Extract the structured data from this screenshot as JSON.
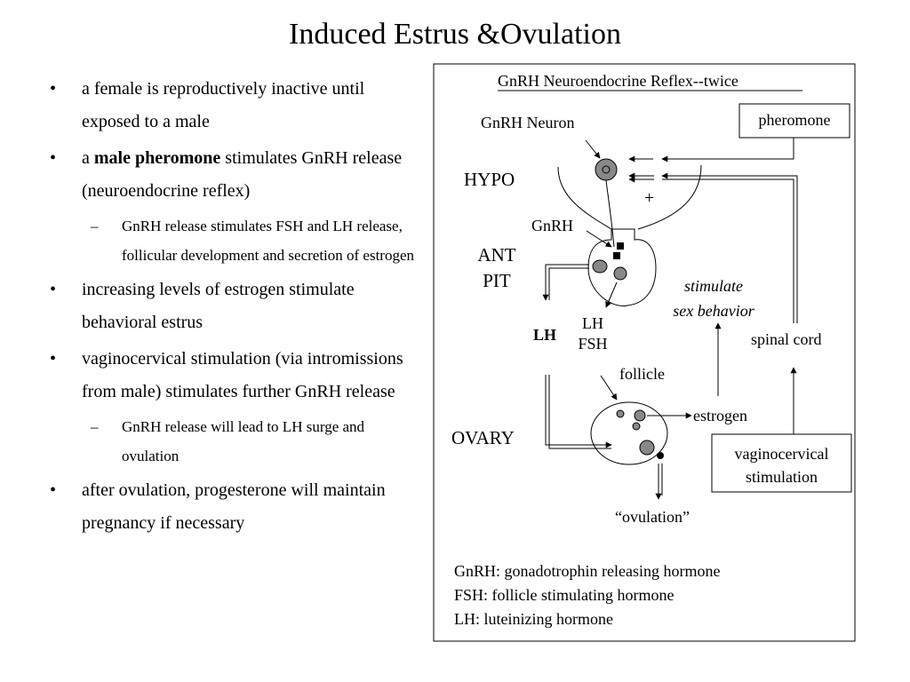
{
  "title": "Induced Estrus &Ovulation",
  "bullets": {
    "b1": "a female is reproductively inactive until exposed to a male",
    "b2_pre": "a ",
    "b2_bold": "male pheromone",
    "b2_post": " stimulates GnRH release (neuroendocrine reflex)",
    "b2_sub": "GnRH release stimulates  FSH and LH release, follicular development and secretion of estrogen",
    "b3": "increasing levels of estrogen stimulate behavioral estrus",
    "b4": "vaginocervical stimulation (via intromissions from male) stimulates further GnRH release",
    "b4_sub": "GnRH release will lead to LH surge and ovulation",
    "b5": "after ovulation, progesterone will maintain pregnancy if necessary"
  },
  "diagram": {
    "heading": "GnRH Neuroendocrine Reflex--twice",
    "gnrh_neuron": "GnRH Neuron",
    "pheromone": "pheromone",
    "hypo": "HYPO",
    "plus": "+",
    "gnrh": "GnRH",
    "ant": "ANT",
    "pit": "PIT",
    "stimulate": "stimulate",
    "sex_behavior": "sex behavior",
    "lh_fsh_lh": "LH",
    "lh_fsh_fsh": "FSH",
    "lh": "LH",
    "spinal_cord": "spinal cord",
    "follicle": "follicle",
    "estrogen": "estrogen",
    "ovary": "OVARY",
    "vagino_1": "vaginocervical",
    "vagino_2": "stimulation",
    "ovulation": "“ovulation”",
    "legend": [
      "GnRH:  gonadotrophin releasing hormone",
      "FSH:  follicle stimulating hormone",
      "LH:  luteinizing hormone"
    ]
  }
}
